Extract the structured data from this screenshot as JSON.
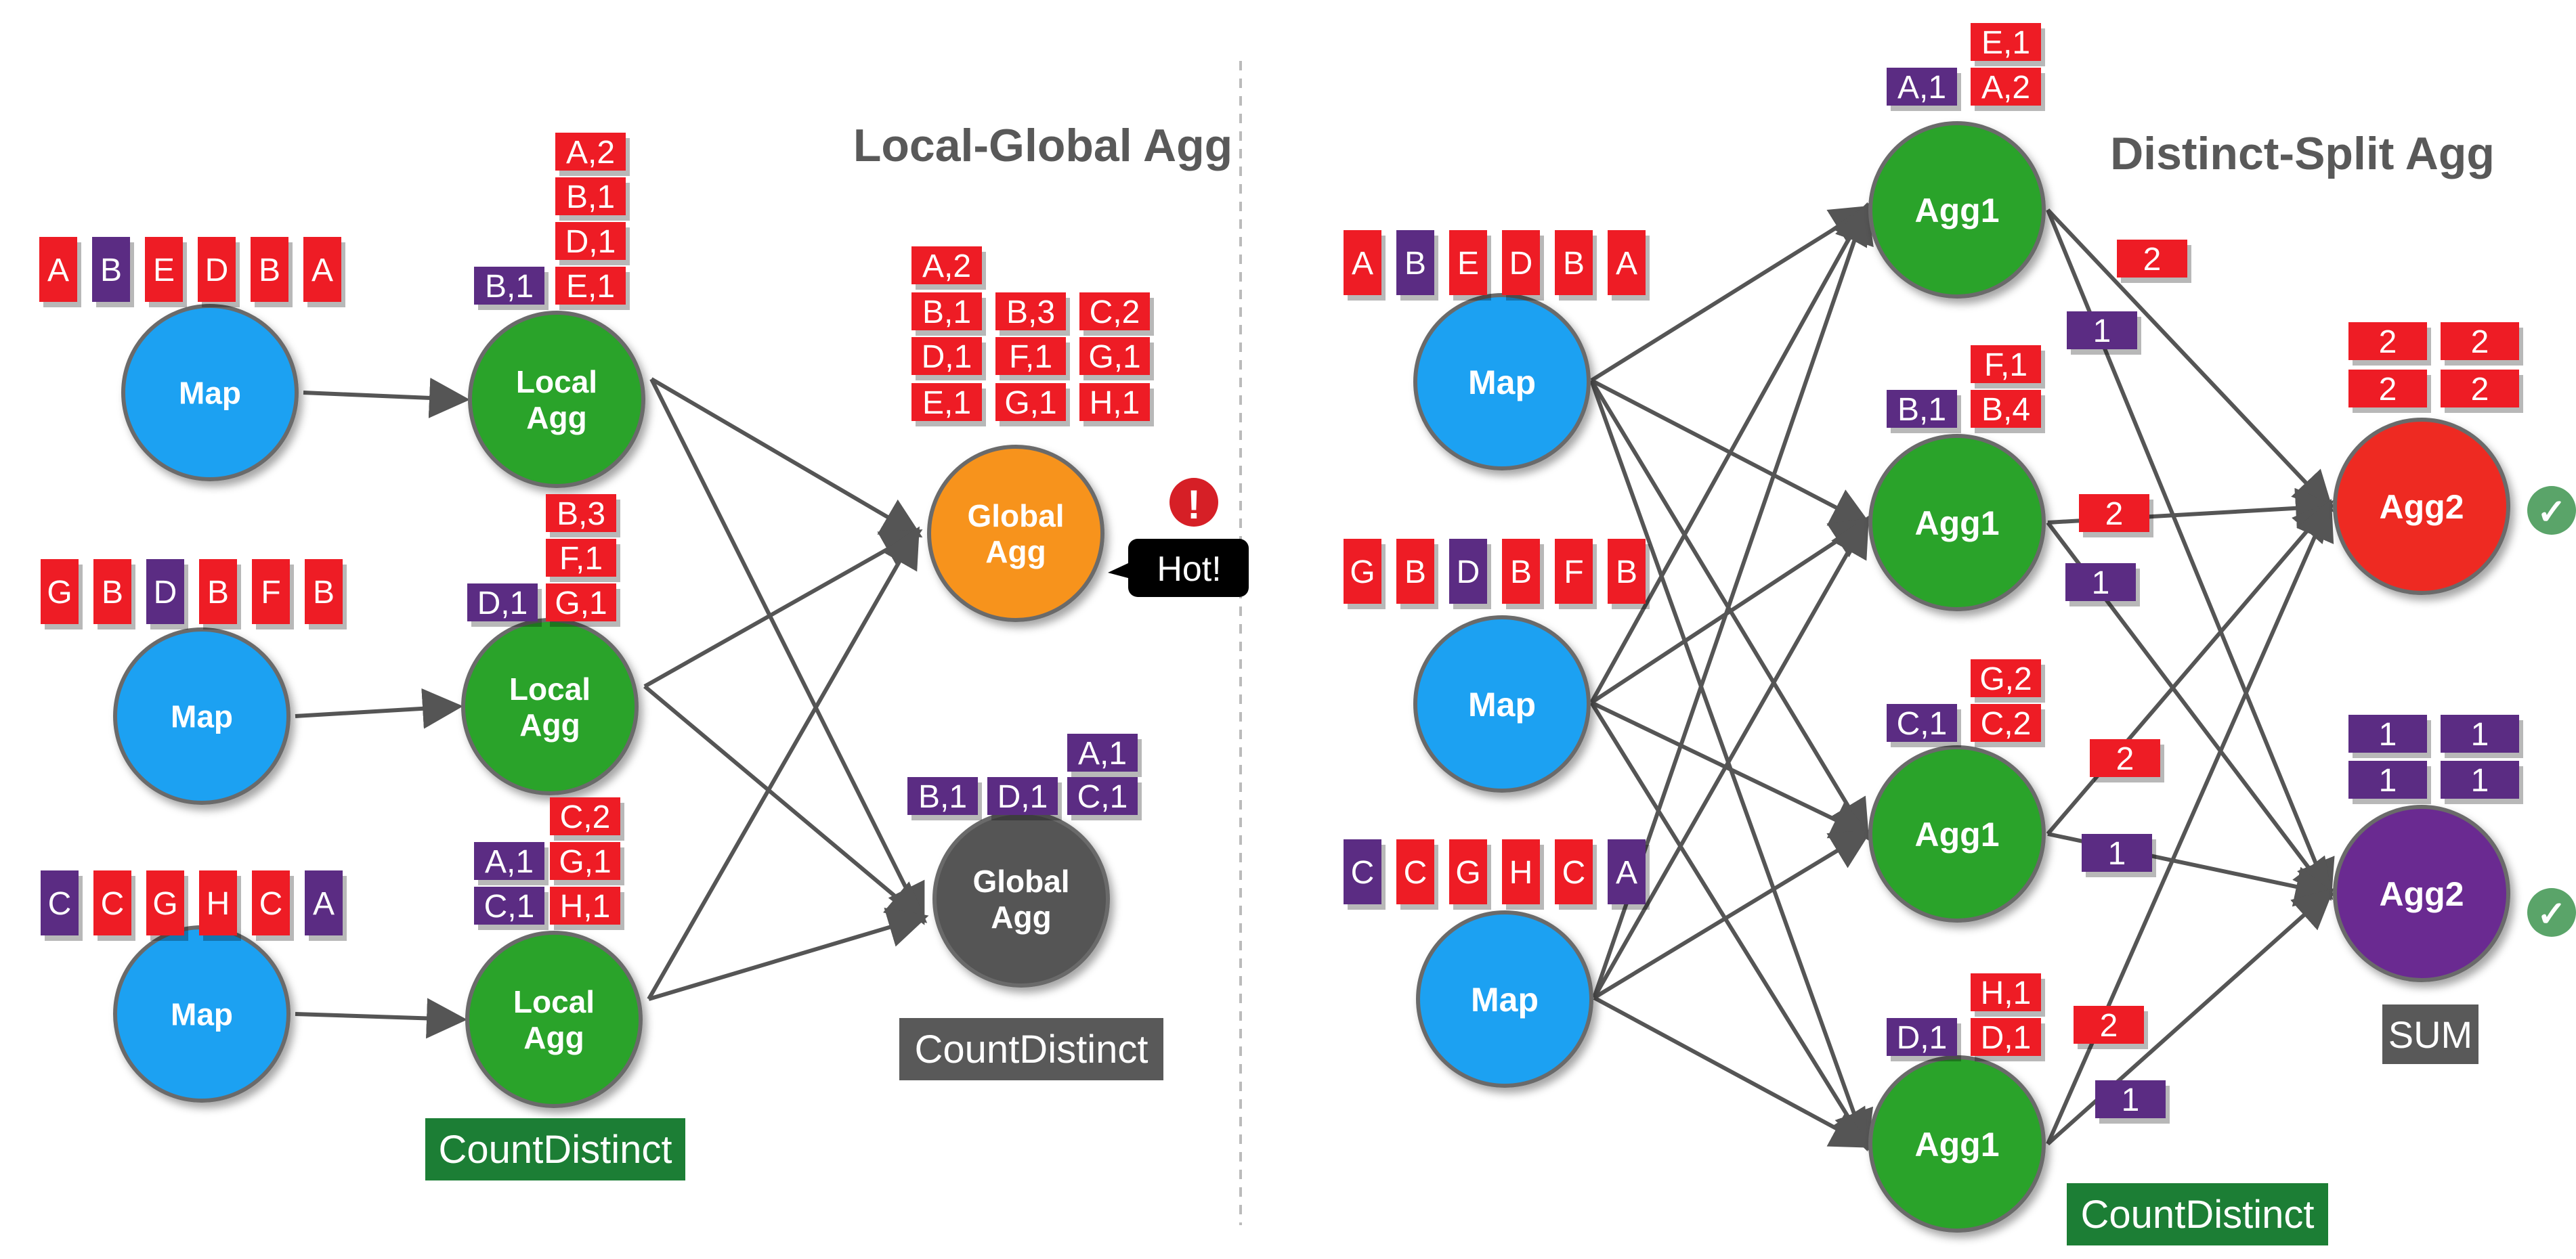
{
  "colors": {
    "red": "#ee1c25",
    "purple": "#5b2c83",
    "map_blue": "#1ba1f2",
    "agg_green": "#29a329",
    "global_orange": "#f7931e",
    "global_gray": "#555555",
    "agg2_red": "#ee2a24",
    "agg2_purple": "#6a2c91",
    "label_green": "#1c7e35",
    "label_gray": "#595959",
    "edge": "#555555",
    "check": "#5aa469"
  },
  "left": {
    "title": "Local-Global Agg",
    "map_label": "Map",
    "local_label_line1": "Local",
    "local_label_line2": "Agg",
    "global_label_line1": "Global",
    "global_label_line2": "Agg",
    "inputs": [
      [
        "A",
        "B",
        "E",
        "D",
        "B",
        "A"
      ],
      [
        "G",
        "B",
        "D",
        "B",
        "F",
        "B"
      ],
      [
        "C",
        "C",
        "G",
        "H",
        "C",
        "A"
      ]
    ],
    "local_tags": [
      [
        "A,2",
        "B,1",
        "D,1",
        "E,1",
        "B,1"
      ],
      [
        "B,3",
        "F,1",
        "G,1",
        "D,1"
      ],
      [
        "C,2",
        "G,1",
        "H,1",
        "A,1",
        "C,1"
      ]
    ],
    "hot_global_tags": [
      "A,2",
      "B,1",
      "B,3",
      "C,2",
      "D,1",
      "F,1",
      "G,1",
      "E,1",
      "G,1",
      "H,1"
    ],
    "gray_global_tags": [
      "A,1",
      "B,1",
      "D,1",
      "C,1"
    ],
    "hot_bubble": "Hot!",
    "hot_icon": "!",
    "local_footer": "CountDistinct",
    "global_footer": "CountDistinct"
  },
  "right": {
    "title": "Distinct-Split Agg",
    "map_label": "Map",
    "agg1_label": "Agg1",
    "agg2_label": "Agg2",
    "inputs": [
      [
        "A",
        "B",
        "E",
        "D",
        "B",
        "A"
      ],
      [
        "G",
        "B",
        "D",
        "B",
        "F",
        "B"
      ],
      [
        "C",
        "C",
        "G",
        "H",
        "C",
        "A"
      ]
    ],
    "agg1_tags": [
      [
        "E,1",
        "A,1",
        "A,2"
      ],
      [
        "F,1",
        "B,1",
        "B,4"
      ],
      [
        "G,2",
        "C,1",
        "C,2"
      ],
      [
        "H,1",
        "D,1",
        "D,1"
      ]
    ],
    "agg1_out": [
      [
        "2",
        "1"
      ],
      [
        "2",
        "1"
      ],
      [
        "2",
        "1"
      ],
      [
        "2",
        "1"
      ]
    ],
    "agg2_red_tags": [
      "2",
      "2",
      "2",
      "2"
    ],
    "agg2_purple_tags": [
      "1",
      "1",
      "1",
      "1"
    ],
    "agg1_footer": "CountDistinct",
    "agg2_footer": "SUM",
    "check_icon": "✓"
  }
}
